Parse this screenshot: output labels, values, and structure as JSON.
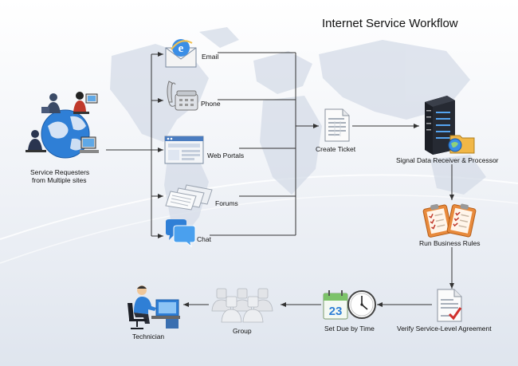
{
  "title": "Internet Service Workflow",
  "nodes": {
    "requesters": {
      "label_line1": "Service Requesters",
      "label_line2": "from Multiple sites"
    },
    "email": {
      "label": "Email"
    },
    "phone": {
      "label": "Phone"
    },
    "web_portals": {
      "label": "Web Portals"
    },
    "forums": {
      "label": "Forums"
    },
    "chat": {
      "label": "Chat"
    },
    "create_ticket": {
      "label": "Create Ticket"
    },
    "signal_processor": {
      "label": "Signal Data Receiver & Processor"
    },
    "business_rules": {
      "label": "Run Business Rules"
    },
    "verify_sla": {
      "label": "Verify Service-Level Agreement"
    },
    "set_due": {
      "label": "Set Due by Time",
      "calendar_day": "23"
    },
    "group": {
      "label": "Group"
    },
    "technician": {
      "label": "Technician"
    }
  },
  "colors": {
    "background_top": "#ffffff",
    "background_bottom": "#dfe5ee",
    "map": "#d2dae6",
    "connector": "#333333",
    "accent_blue": "#2f7fd6",
    "server": "#1c1f26",
    "clipboard": "#e88a3c"
  }
}
